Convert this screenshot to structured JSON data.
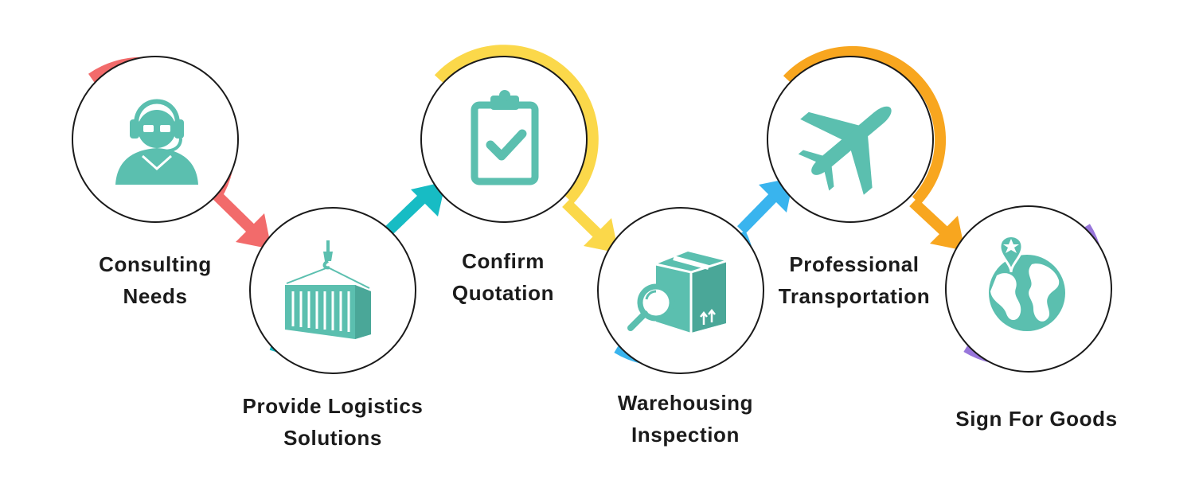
{
  "steps": [
    {
      "line1": "Consulting",
      "line2": "Needs",
      "icon": "headset-agent-icon",
      "color": "#f26b6b"
    },
    {
      "line1": "Provide Logistics",
      "line2": "Solutions",
      "icon": "cargo-container-icon",
      "color": "#17bcc4"
    },
    {
      "line1": "Confirm",
      "line2": "Quotation",
      "icon": "clipboard-check-icon",
      "color": "#fbd84a"
    },
    {
      "line1": "Warehousing",
      "line2": "Inspection",
      "icon": "package-search-icon",
      "color": "#39b4ee"
    },
    {
      "line1": "Professional",
      "line2": "Transportation",
      "icon": "airplane-icon",
      "color": "#f8a61f"
    },
    {
      "line1": "Sign For Goods",
      "line2": "",
      "icon": "globe-location-icon",
      "color": "#9876db"
    }
  ],
  "icon_color": "#5bbfaf"
}
